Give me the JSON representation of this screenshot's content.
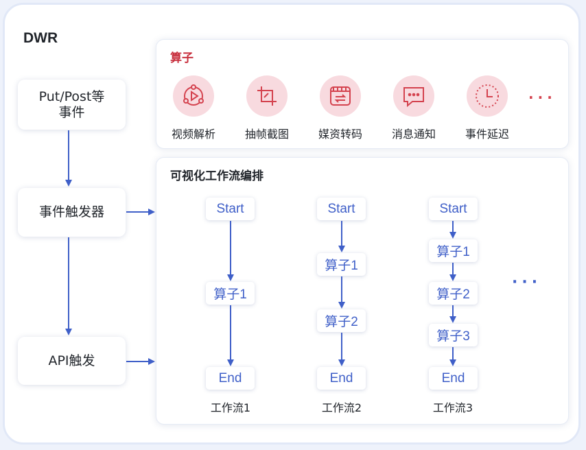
{
  "title": "DWR",
  "triggers": [
    {
      "label_line1": "Put/Post等",
      "label_line2": "事件"
    },
    {
      "label": "事件触发器"
    },
    {
      "label": "API触发"
    }
  ],
  "operators": {
    "title": "算子",
    "items": [
      {
        "label": "视频解析",
        "icon": "video-parse-icon"
      },
      {
        "label": "抽帧截图",
        "icon": "crop-frame-icon"
      },
      {
        "label": "媒资转码",
        "icon": "transcode-icon"
      },
      {
        "label": "消息通知",
        "icon": "message-icon"
      },
      {
        "label": "事件延迟",
        "icon": "clock-icon"
      }
    ],
    "more": "···"
  },
  "workflow": {
    "title": "可视化工作流编排",
    "flows": [
      {
        "name": "工作流1",
        "nodes": [
          "Start",
          "算子1",
          "End"
        ]
      },
      {
        "name": "工作流2",
        "nodes": [
          "Start",
          "算子1",
          "算子2",
          "End"
        ]
      },
      {
        "name": "工作流3",
        "nodes": [
          "Start",
          "算子1",
          "算子2",
          "算子3",
          "End"
        ]
      }
    ],
    "more": "···"
  },
  "colors": {
    "accent": "#3f5fc8",
    "operator_title": "#c8303e",
    "icon_fill": "#f8dadf",
    "icon_stroke": "#d4424e"
  }
}
